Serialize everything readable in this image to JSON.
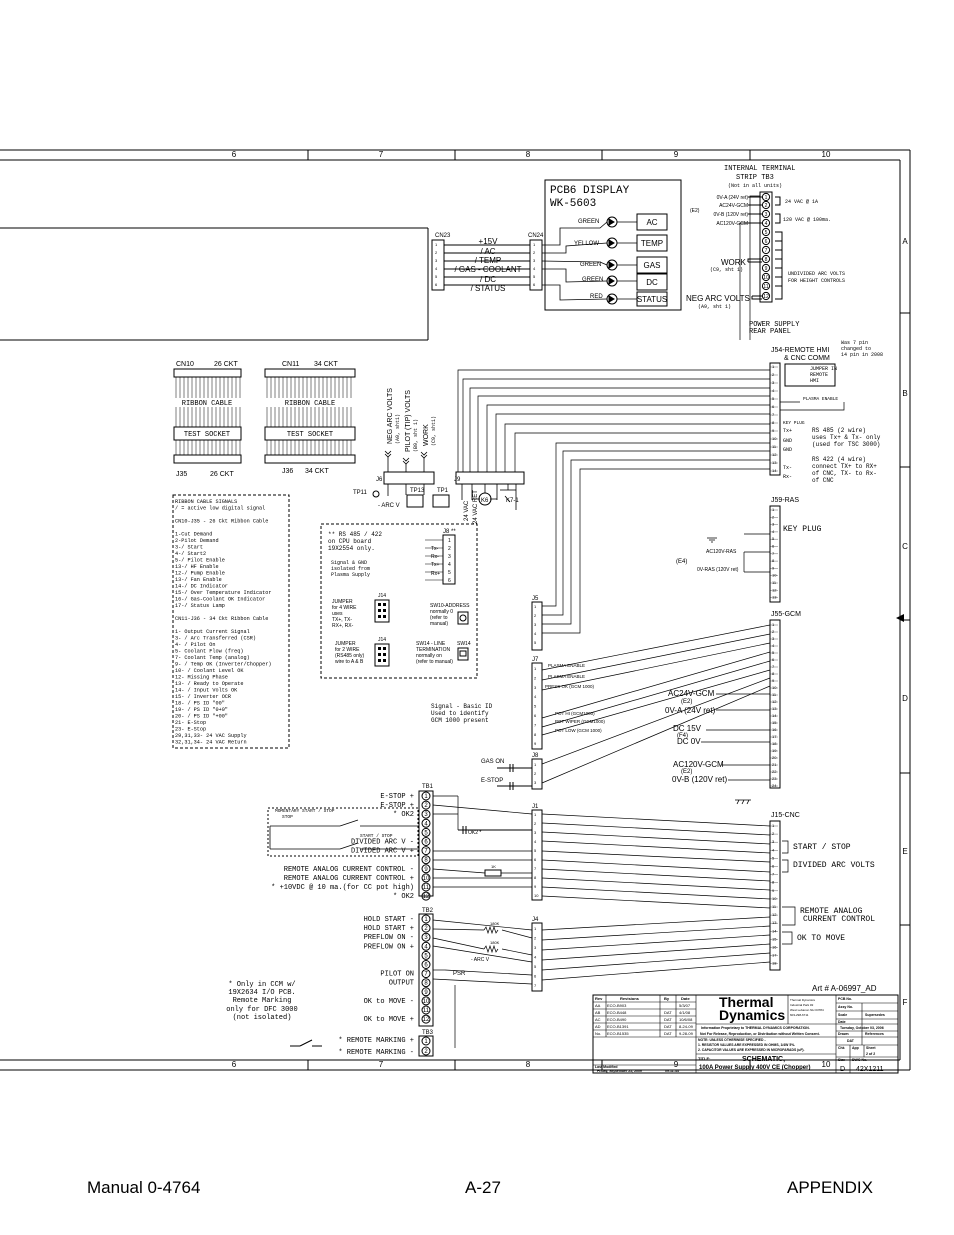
{
  "columns": [
    "6",
    "7",
    "8",
    "9",
    "10"
  ],
  "rows": [
    "A",
    "B",
    "C",
    "D",
    "E",
    "F"
  ],
  "tb3": {
    "title_1": "INTERNAL TERMINAL",
    "title_2": "STRIP   TB3",
    "note": "(Not in all units)",
    "labels": [
      "0V-A (24V ret)",
      "AC24V-GCM",
      "0V-B (120V ret)",
      "AC120V-GCM"
    ],
    "ref": "(E2)",
    "v24": "24 VAC @ 1A",
    "v120": "120 VAC @ 100ma.",
    "work": "WORK",
    "work_ref": "(C9, sht 1)",
    "neg_arc": "NEG ARC VOLTS",
    "neg_arc_ref": "(A9, sht 1)",
    "undiv_1": "UNDIVIDED ARC VOLTS",
    "undiv_2": "FOR HEIGHT CONTROLS",
    "terminals": [
      "1",
      "2",
      "3",
      "4",
      "5",
      "6",
      "7",
      "8",
      "9",
      "10",
      "11",
      "12"
    ]
  },
  "pcb6": {
    "title_1": "PCB6  DISPLAY",
    "title_2": "WK-5603",
    "leds": [
      "GREEN",
      "YELLOW",
      "GREEN",
      "GREEN",
      "RED"
    ],
    "buttons": [
      "AC",
      "TEMP",
      "GAS",
      "DC",
      "STATUS"
    ]
  },
  "cn23": "CN23",
  "cn24": "CN24",
  "signals": [
    "+15V",
    "/ AC",
    "/ TEMP",
    "/ GAS - COOLANT",
    "/ DC",
    "/ STATUS"
  ],
  "ribbons": [
    {
      "top": "CN10",
      "top_ckt": "26 CKT",
      "ribbon": "RIBBON  CABLE",
      "socket": "TEST SOCKET",
      "bottom": "J35",
      "bottom_ckt": "26 CKT"
    },
    {
      "top": "CN11",
      "top_ckt": "34 CKT",
      "ribbon": "RIBBON  CABLE",
      "socket": "TEST SOCKET",
      "bottom": "J36",
      "bottom_ckt": "34 CKT"
    }
  ],
  "vertical_labels": [
    "NEG ARC VOLTS",
    "PILOT (TIP) VOLTS",
    "WORK"
  ],
  "vertical_refs": [
    "(A9, sht1)",
    "(B9, sht 1)",
    "(C9, sht1)"
  ],
  "testpoints": {
    "j6": "J6",
    "tp13": "TP13",
    "tp1": "TP1",
    "tp11": "TP11",
    "j9": "J9",
    "arc_v": "- ARC V",
    "k6": "K6",
    "k7": "K7-1",
    "v24": "24 VAC",
    "v24_ret": "24 VAC RET"
  },
  "ribbon_signals": [
    "RIBBON CABLE SIGNALS",
    " / = active low digital signal",
    "",
    "CN10-J35 - 26 Ckt Ribbon Cable",
    "",
    "1-Cut Demand",
    "2-Pilot Demand",
    "3-/ Start",
    "4-/ Start2",
    "5-/ Pilot Enable",
    "13-/ HF Enable",
    "12-/ Pump Enable",
    "13-/ Fan Enable",
    "14-/ DC Indicator",
    "15-/ Over Temperature Indicator",
    "16-/ Gas-Coolant OK Indicator",
    "17-/ Status Lamp",
    "",
    "CN11-J36 - 34 Ckt Ribbon Cable",
    "",
    "1- Output Current Signal",
    "3- / Arc Transferred  (CSR)",
    "4- / Pilot On",
    "5- Coolant Flow (freq)",
    "7- Coolant Temp (analog)",
    "9- / Temp OK (Inverter/Chopper)",
    "10- / Coolant Level OK",
    "12- Missing Phase",
    "13- / Ready to Operate",
    "14- / Input Volts OK",
    "15- / Inverter OCR",
    "18- / PS ID \"00\"",
    "19- / PS ID \"0+0\"",
    "20- / PS ID \"+00\"",
    "21- E-Stop",
    "23- E-Stop",
    "29,31,33- 24 VAC Supply",
    "32,31,34- 24 VAC Return"
  ],
  "rs485": {
    "note": [
      "** RS 485 / 422",
      "on CPU board",
      "19X2554  only."
    ],
    "signal": [
      "Signal & GND",
      "isolated from",
      "Plasma Supply"
    ],
    "j8": "J8 **",
    "pins": [
      "",
      "Tx-",
      "Rx-",
      "Tx+",
      "Rx+",
      ""
    ],
    "jumper4": [
      "JUMPER",
      "for 4 WIRE",
      "uses",
      "TX+, TX-",
      "RX+, RX-"
    ],
    "jumper2": [
      "JUMPER",
      "for 2 WIRE",
      "(RS485 only)",
      "wire to A & B"
    ],
    "j14": "J14",
    "sw10": [
      "SW10-ADDRESS",
      "normally 0",
      "(refer to",
      "manual)"
    ],
    "sw14": [
      "SW14 - LINE",
      "TERMINATION",
      "normally on",
      "(refer to manual)"
    ],
    "sw14_lbl": "SW14"
  },
  "basic_id": [
    "Signal - Basic ID",
    "Used to identify",
    "GCM 1000 present"
  ],
  "jmid": {
    "j5": "J5",
    "j7": "J7",
    "j8": "J8",
    "j1": "J1",
    "j4": "J4",
    "plasma_enable_1": "PLASMA ENABLE",
    "plasma_enable_2": "PLASMA ENABLE",
    "press_ok": "PRESS OK (GCM 1000)",
    "pot_hi": "POT HI (GCM1000)",
    "pot_wiper": "POT WIPER (GCM1000)",
    "pot_low": "POT LOW (GCM 1000)",
    "gas_on": "GAS ON",
    "e_stop": "E-STOP",
    "ok2": "OK2 *",
    "r1k": "1K",
    "r180k": "180K",
    "r180k2": "180K",
    "arc_v": "- ARC V",
    "psr": "PSR"
  },
  "tb1": {
    "title": "TB1",
    "labels": [
      "E-STOP +",
      "E-STOP +",
      "* OK2",
      "",
      "",
      "DIVIDED ARC V -",
      "DIVIDED ARC V +",
      "",
      "REMOTE ANALOG CURRENT CONTROL -",
      "REMOTE ANALOG CURRENT CONTROL +",
      "* +10VDC @ 10 ma.(for CC pot high)",
      "* OK2"
    ],
    "terminals": [
      "1",
      "2",
      "3",
      "4",
      "5",
      "6",
      "7",
      "8",
      "9",
      "10",
      "11",
      "12"
    ],
    "momentary": "MOMENTARY  START / STOP",
    "start": "START / STOP",
    "stop": "STOP"
  },
  "tb2": {
    "title": "TB2",
    "labels": [
      "HOLD START -",
      "HOLD START +",
      "PREFLOW ON -",
      "PREFLOW ON +",
      "",
      "",
      "PILOT ON",
      "OUTPUT",
      "",
      "OK to MOVE -",
      "",
      "OK to MOVE +"
    ],
    "terminals": [
      "1",
      "2",
      "3",
      "4",
      "5",
      "6",
      "7",
      "8",
      "9",
      "10",
      "11",
      "12"
    ]
  },
  "tb3b": {
    "title": "TB3",
    "labels": [
      "* REMOTE MARKING  +",
      "* REMOTE MARKING  -"
    ],
    "terminals": [
      "1",
      "2"
    ]
  },
  "ccm_note": [
    "*  Only in CCM w/",
    "19X2634 I/O PCB.",
    "Remote Marking",
    "only for DFC 3000",
    "(not isolated)"
  ],
  "j54": {
    "title": "J54-REMOTE HMI",
    "subtitle": "& CNC COMM",
    "note": [
      "Was 7 pin",
      "changed to",
      "14 pin in 2008"
    ],
    "jumper": [
      "JUMPER IN",
      "REMOTE",
      "HMI"
    ],
    "plasma_enable": "PLASMA ENABLE",
    "key_plug": "KEY PLUG",
    "pins": [
      "1",
      "2",
      "3",
      "4",
      "5",
      "6",
      "7",
      "8",
      "9",
      "10",
      "11",
      "12",
      "13",
      "14"
    ],
    "pin_labels": [
      "",
      "",
      "",
      "",
      "",
      "",
      "",
      "Tx+",
      "GND",
      "GND",
      "",
      "",
      "Tx-",
      "Rx-"
    ],
    "rs485": [
      "RS 485 (2 wire)",
      "uses Tx+ & Tx- only",
      "(used for TSC 3000)"
    ],
    "rs422": [
      "RS 422 (4 wire)",
      "connect TX+ to RX+",
      "of CNC, TX- to Rx-",
      "of CNC"
    ]
  },
  "j59": {
    "title": "J59-RAS",
    "key_plug": "KEY PLUG",
    "ac120": "AC120V-RAS",
    "e4": "(E4)",
    "ret": "0V-RAS (120V ret)"
  },
  "j55": {
    "title": "J55-GCM",
    "ac24": "AC24V-GCM",
    "e2": "(E2)",
    "ov_a": "0V-A (24V ret)",
    "dc15": "DC 15V",
    "f4": "(F4)",
    "dc0": "DC 0V",
    "ac120": "AC120V-GCM",
    "e2b": "(E2)",
    "ov_b": "0V-B (120V ret)"
  },
  "j15": {
    "title": "J15-CNC",
    "groups": [
      "START / STOP",
      "DIVIDED ARC VOLTS",
      "REMOTE ANALOG",
      "CURRENT CONTROL",
      "OK TO MOVE"
    ]
  },
  "art": "Art # A-06997_AD",
  "title_block": {
    "rev_headers": [
      "Rev",
      "Revisions",
      "By",
      "Date"
    ],
    "revs": [
      [
        "AA",
        "ECO-B903",
        "",
        "5/3/07"
      ],
      [
        "AB",
        "ECO-B448",
        "DAT",
        "4/1/08"
      ],
      [
        "AC",
        "ECO-B490",
        "DAT",
        "10/6/08"
      ],
      [
        "AD",
        "ECO-B1391",
        "DAT",
        "8-24-09"
      ],
      [
        "No.",
        "ECO-B1535",
        "DAT",
        "9-28-09"
      ]
    ],
    "company_1": "Thermal",
    "company_2": "Dynamics",
    "address": [
      "Thermal Dynamics",
      "Industrial Park #2",
      "West Lebanon NH 03784",
      "603-298-6711"
    ],
    "info": "Information Proprietary to THERMAL DYNAMICS CORPORATION.",
    "info2": "Not For Release, Reproduction, or Distribution without Written Consent.",
    "notes": [
      "NOTE: UNLESS OTHERWISE SPECIFIED -",
      "1. RESISTOR VALUES ARE EXPRESSED IN OHMS, 1/4W 5%.",
      "2. CAPACITOR VALUES ARE EXPRESSED IN MICROFARADS (uF)."
    ],
    "title_lbl": "TITLE:",
    "title": "SCHEMATIC,",
    "subtitle": "100A Power Supply 400V  CE (Chopper)",
    "pcb_no": "PCB No.",
    "assy_no": "Assy No.",
    "scale": "Scale",
    "supersedes": "Supersedes",
    "date_lbl": "Date",
    "date": "Tuesday, October 03, 2006",
    "drawn": "Drawn",
    "drawn_val": "DAT",
    "references": "References",
    "chk": "Chk",
    "app": "App",
    "sheet": "Sheet",
    "sheet_val": "2  of  2",
    "size_lbl": "Size",
    "size": "D",
    "dwg_lbl": "DWG No.",
    "dwg": "42X1211",
    "last_mod_lbl": "Last Modified",
    "last_mod": "Friday, September 25, 2009",
    "last_mod_time": "09:11:44"
  },
  "footer": {
    "left": "Manual  0-4764",
    "center": "A-27",
    "right": "APPENDIX"
  }
}
